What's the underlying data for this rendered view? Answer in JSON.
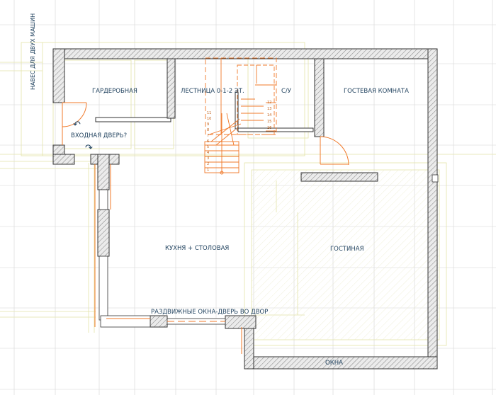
{
  "rooms": {
    "garderobnaya": "ГАРДЕРОБНАЯ",
    "stair": "ЛЕСТНИЦА 0-1-2 ЭТ.",
    "su": "С/У",
    "guest_room": "ГОСТЕВАЯ КОМНАТА",
    "entrance": "ВХОДНАЯ ДВЕРЬ?",
    "kitchen": "КУХНЯ + СТОЛОВАЯ",
    "living": "ГОСТИНАЯ",
    "sliding": "РАЗДВИЖНЫЕ ОКНА-ДВЕРЬ ВО ДВОР",
    "windows": "ОКНА"
  },
  "side_label": "НАВЕС ДЛЯ ДВУХ МАШИН",
  "stair_steps_lower": [
    "1",
    "2",
    "3",
    "4",
    "5",
    "6",
    "7",
    "8",
    "9",
    "10",
    "11"
  ],
  "stair_steps_upper": [
    "12",
    "13",
    "14",
    "15",
    "16"
  ],
  "colors": {
    "wall_fill": "#e6e6e6",
    "wall_stroke": "#333333",
    "hatch": "#555555",
    "orange": "#f07828",
    "grid": "#d3d3d3",
    "ghost": "#e6e6a6",
    "label": "#1d3f5c"
  }
}
